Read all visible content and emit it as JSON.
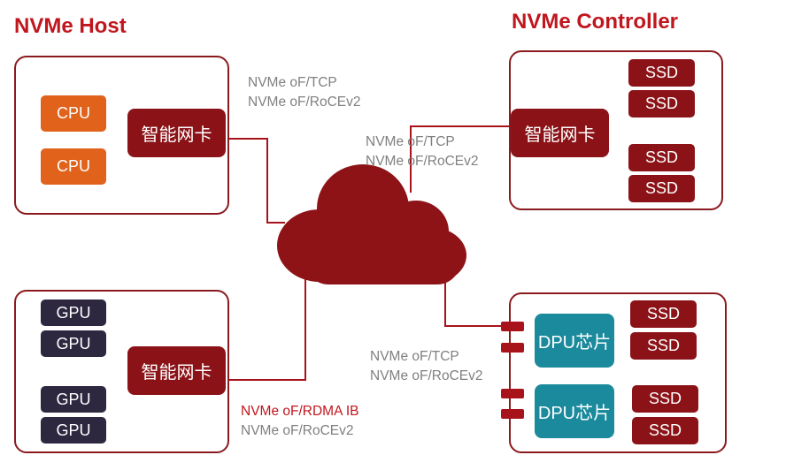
{
  "titles": {
    "host": "NVMe Host",
    "controller": "NVMe Controller"
  },
  "host_top": {
    "cpus": [
      "CPU",
      "CPU"
    ],
    "nic": "智能网卡",
    "protocols": [
      "NVMe oF/TCP",
      "NVMe oF/RoCEv2"
    ]
  },
  "host_bottom": {
    "gpus": [
      "GPU",
      "GPU",
      "GPU",
      "GPU"
    ],
    "nic": "智能网卡",
    "protocols": [
      "NVMe oF/RDMA IB",
      "NVMe oF/RoCEv2"
    ]
  },
  "ctrl_top": {
    "nic": "智能网卡",
    "ssds": [
      "SSD",
      "SSD",
      "SSD",
      "SSD"
    ],
    "protocols": [
      "NVMe oF/TCP",
      "NVMe oF/RoCEv2"
    ]
  },
  "ctrl_bottom": {
    "dpus": [
      "DPU芯片",
      "DPU芯片"
    ],
    "ssds": [
      "SSD",
      "SSD",
      "SSD",
      "SSD"
    ],
    "protocols": [
      "NVMe oF/TCP",
      "NVMe oF/RoCEv2"
    ]
  },
  "colors": {
    "title": "#c0161e",
    "panel_border": "#8b1a1e",
    "cloud": "#8d1317",
    "cpu": "#e0621b",
    "gpu": "#2d2740",
    "nic": "#8b1318",
    "dpu": "#1b8a9c",
    "protocol_text": "#808080",
    "protocol_highlight": "#c0161e"
  }
}
